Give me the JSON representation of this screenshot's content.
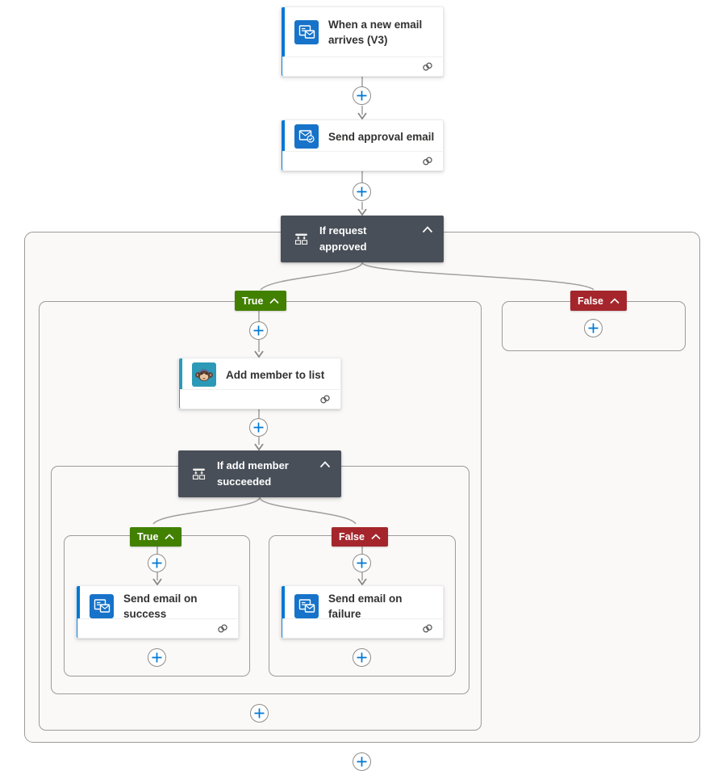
{
  "flow": {
    "trigger": {
      "title": "When a new email arrives (V3)",
      "icon": "outlook-email-icon"
    },
    "send_approval": {
      "title": "Send approval email",
      "icon": "approval-email-icon"
    },
    "outer_condition": {
      "title": "If request approved",
      "icon": "condition-branch-icon"
    },
    "outer_true_branch": {
      "label": "True"
    },
    "outer_false_branch": {
      "label": "False"
    },
    "add_member": {
      "title": "Add member to list",
      "icon": "mailchimp-icon"
    },
    "inner_condition": {
      "title": "If add member succeeded",
      "icon": "condition-branch-icon"
    },
    "inner_true_branch": {
      "label": "True"
    },
    "inner_false_branch": {
      "label": "False"
    },
    "send_success": {
      "title": "Send email on success",
      "icon": "outlook-email-icon"
    },
    "send_failure": {
      "title": "Send email on failure",
      "icon": "outlook-email-icon"
    }
  },
  "icons": {
    "card_footer": "connection-link-icon",
    "collapse": "chevron-up-icon",
    "insert_step": "plus-icon"
  },
  "colors": {
    "accent_blue": "#0078d4",
    "icon_blue": "#1673c9",
    "accent_teal": "#2c9ab7",
    "condition_bg": "#484f58",
    "true_green": "#428000",
    "false_red": "#a4262c",
    "connector": "#a19f9d",
    "container_border": "#9d9b99",
    "container_bg": "#faf9f8",
    "card_text": "#323130"
  }
}
